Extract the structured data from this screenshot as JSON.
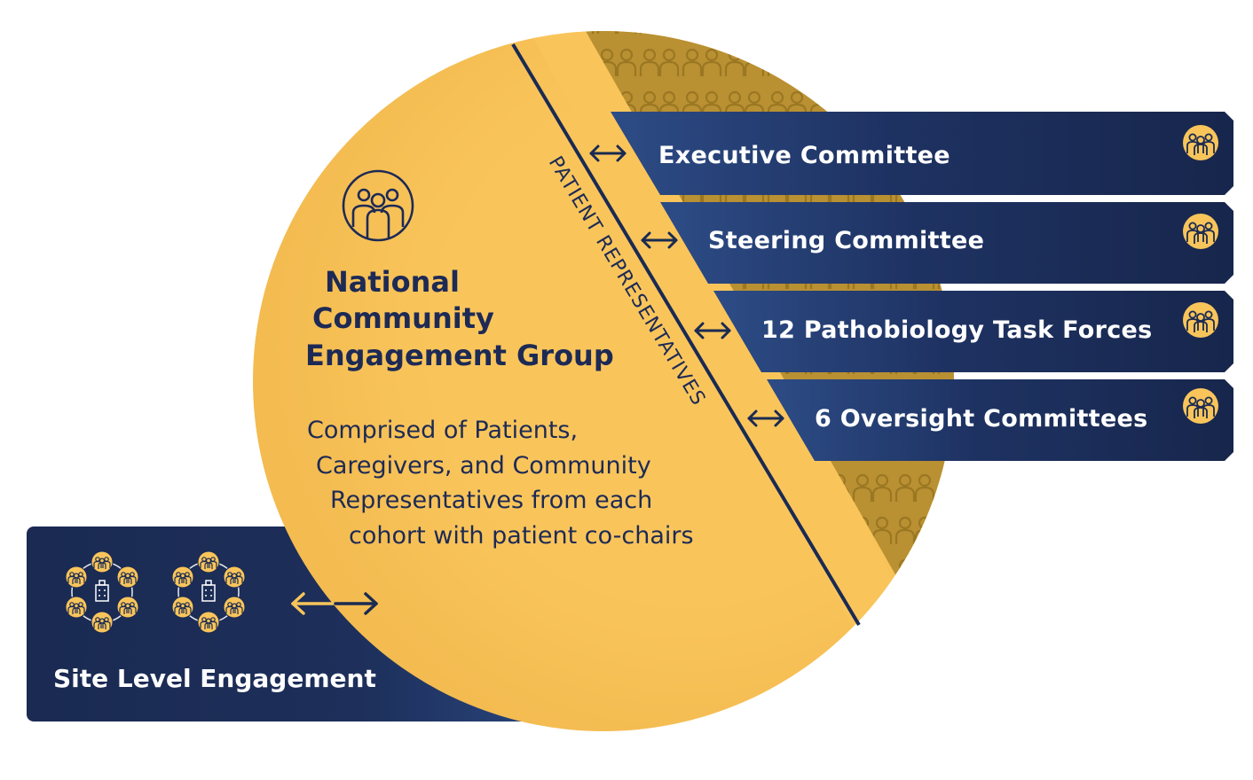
{
  "colors": {
    "navy": "#1a2a52",
    "navy_light": "#2a477f",
    "gold": "#f9c55b",
    "gold_dark": "#b08a2e",
    "text_dark": "#1d2a55"
  },
  "icons": {
    "group": "people-group-icon",
    "building": "building-icon",
    "arrow": "double-arrow-icon"
  },
  "band": {
    "label": "PATIENT REPRESENTATIVES"
  },
  "national_group": {
    "title_lines": [
      "National",
      "Community",
      "Engagement Group"
    ],
    "description_lines": [
      "Comprised of Patients,",
      "Caregivers, and Community",
      "Representatives from each",
      "cohort with patient co-chairs"
    ]
  },
  "committees": [
    {
      "label": "Executive Committee"
    },
    {
      "label": "Steering Committee"
    },
    {
      "label": "12 Pathobiology Task Forces"
    },
    {
      "label": "6 Oversight Committees"
    }
  ],
  "site": {
    "label": "Site Level Engagement"
  }
}
